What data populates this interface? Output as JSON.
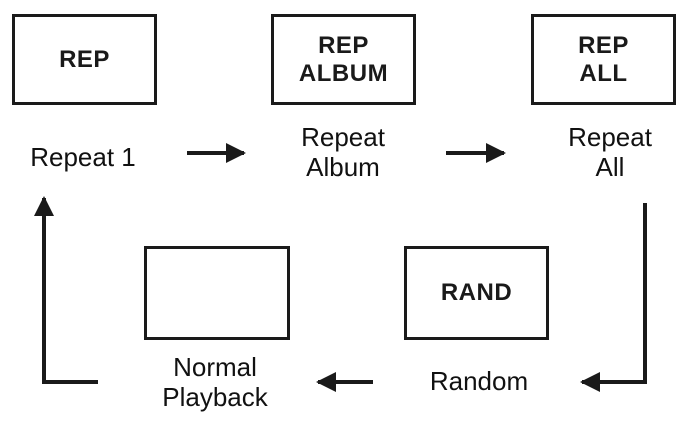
{
  "modes": {
    "repeat1": {
      "box": [
        "REP"
      ],
      "caption": [
        "Repeat 1"
      ]
    },
    "repeat_album": {
      "box": [
        "REP",
        "ALBUM"
      ],
      "caption": [
        "Repeat",
        "Album"
      ]
    },
    "repeat_all": {
      "box": [
        "REP",
        "ALL"
      ],
      "caption": [
        "Repeat",
        "All"
      ]
    },
    "random": {
      "box": [
        "RAND"
      ],
      "caption": [
        "Random"
      ]
    },
    "normal": {
      "box": [],
      "caption": [
        "Normal",
        "Playback"
      ]
    }
  },
  "cycle_order": [
    "Repeat 1",
    "Repeat Album",
    "Repeat All",
    "Random",
    "Normal Playback"
  ],
  "colors": {
    "line": "#1a1a1a"
  }
}
